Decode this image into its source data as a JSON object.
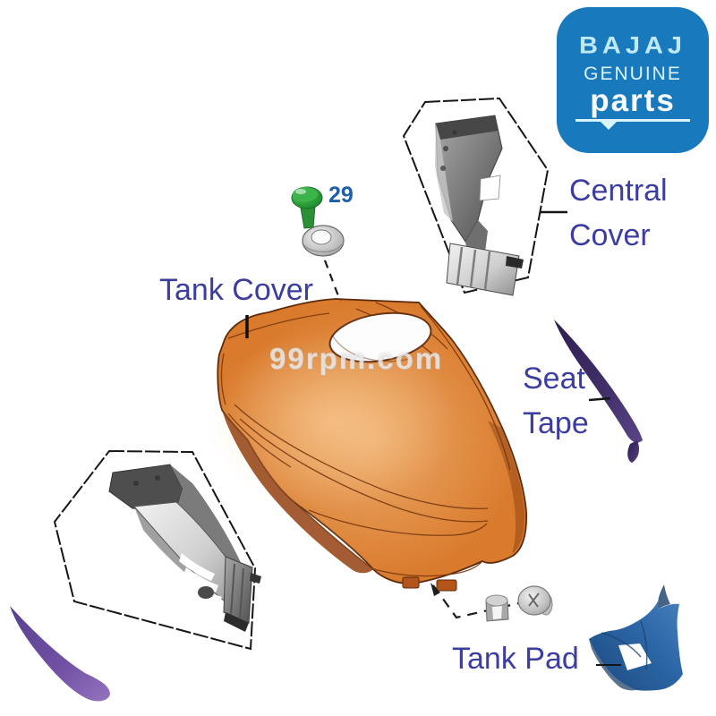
{
  "window": {
    "description": "Bajaj genuine parts exploded diagram of motorcycle fuel tank cover assembly"
  },
  "logo": {
    "brand": "BAJAJ",
    "line2": "GENUINE",
    "line3": "parts"
  },
  "watermark": {
    "text": "99rpm.com"
  },
  "callouts": {
    "tank_cover": {
      "label": "Tank Cover"
    },
    "central_cover": {
      "line1": "Central",
      "line2": "Cover"
    },
    "seat_tape": {
      "line1": "Seat",
      "line2": "Tape"
    },
    "tank_pad": {
      "label": "Tank Pad"
    },
    "bolt_ref": {
      "number": "29"
    }
  },
  "colors": {
    "label-text": "#3c3da0",
    "part-number": "#1d5fa8",
    "logo-bg": "#1879bd",
    "tank-orange": "#d97a2c",
    "tank-pad-blue": "#2c66a6",
    "seat-tape-dark-purple": "#43306b",
    "seat-tape-light-purple": "#7352a5",
    "bolt-green": "#2fa33c"
  }
}
